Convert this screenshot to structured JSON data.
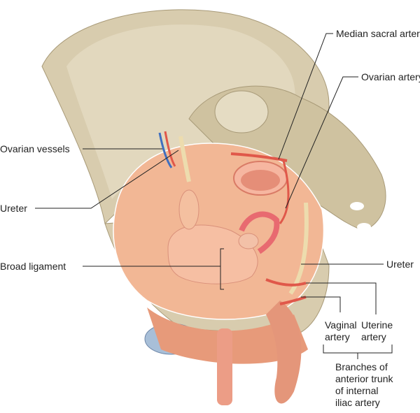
{
  "labels": {
    "median_sacral_artery": "Median sacral artery",
    "ovarian_artery": "Ovarian artery",
    "ovarian_vessels": "Ovarian vessels",
    "ureter_left": "Ureter",
    "broad_ligament": "Broad ligament",
    "ureter_right": "Ureter",
    "vaginal_artery": [
      "Vaginal",
      "artery"
    ],
    "uterine_artery": [
      "Uterine",
      "artery"
    ],
    "branches": [
      "Branches of",
      "anterior trunk",
      "of internal",
      "iliac artery"
    ]
  },
  "colors": {
    "bone": "#d8ccae",
    "bone_shadow": "#b9ab8a",
    "peritoneum": "#f2b795",
    "tissue": "#e79a7a",
    "artery": "#e0584a",
    "vein": "#3f6fc0",
    "ureter": "#eddcae",
    "leader": "#222222"
  }
}
